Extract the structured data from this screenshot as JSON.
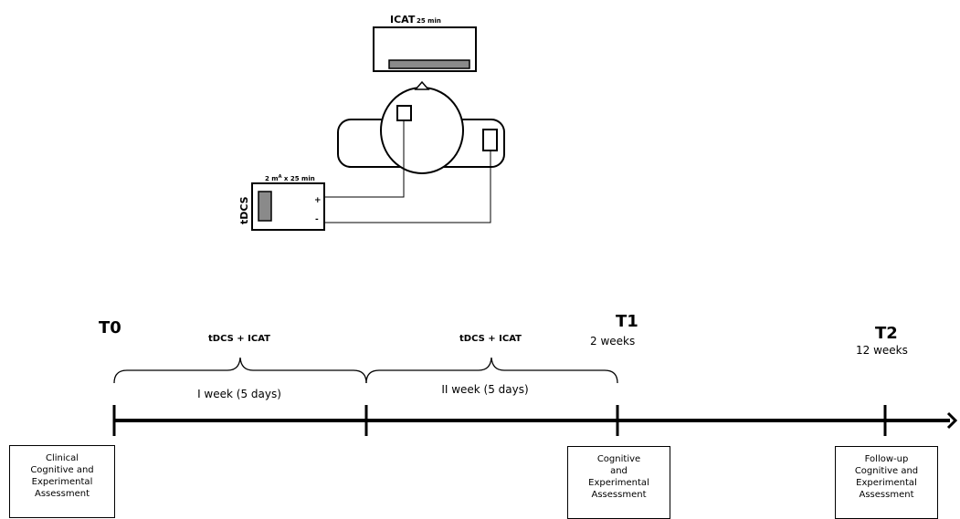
{
  "setup": {
    "icat_label": "ICAT",
    "icat_duration": "25 min",
    "tdcs_label": "tDCS",
    "tdcs_dose": "2 m",
    "tdcs_dose_sup": "A",
    "tdcs_dose_rest": " x 25 min",
    "anode": "+",
    "cathode": "-"
  },
  "timeline": {
    "points": [
      {
        "label": "T0",
        "sub": ""
      },
      {
        "label": "T1",
        "sub": "2 weeks"
      },
      {
        "label": "T2",
        "sub": "12 weeks"
      }
    ],
    "phases": [
      {
        "title": "tDCS + ICAT",
        "period": "I week (5 days)"
      },
      {
        "title": "tDCS + ICAT",
        "period": "II week (5 days)"
      }
    ],
    "assessments": [
      {
        "lines": [
          "Clinical",
          "Cognitive and",
          "Experimental",
          "Assessment"
        ]
      },
      {
        "lines": [
          "Cognitive",
          "and",
          "Experimental",
          "Assessment"
        ]
      },
      {
        "lines": [
          "Follow-up",
          "Cognitive and",
          "Experimental",
          "Assessment"
        ]
      }
    ]
  }
}
